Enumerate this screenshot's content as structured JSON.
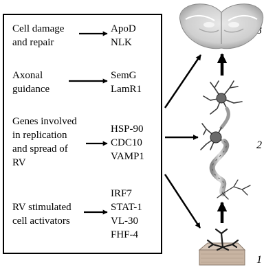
{
  "categories": [
    {
      "label": "Cell damage\nand repair",
      "genes": "ApoD\nNLK"
    },
    {
      "label": "Axonal\nguidance",
      "genes": "SemG\nLamR1"
    },
    {
      "label": "Genes involved\nin replication\nand spread of\nRV",
      "genes": "HSP-90\nCDC10\nVAMP1"
    },
    {
      "label": "RV  stimulated\ncell activators",
      "genes": "IRF7\nSTAT-1\nVL-30\nFHF-4"
    }
  ],
  "stages": [
    {
      "number": "3",
      "subject": "brain-section"
    },
    {
      "number": "2",
      "subject": "neurons"
    },
    {
      "number": "1",
      "subject": "muscle-tissue"
    }
  ],
  "colors": {
    "stroke": "#000000",
    "background": "#ffffff"
  }
}
